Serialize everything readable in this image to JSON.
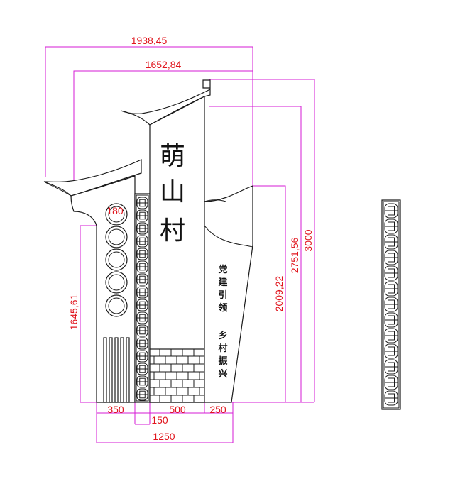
{
  "sign": {
    "title_chars": [
      "萌",
      "山",
      "村"
    ],
    "slogan_left": [
      "党",
      "建",
      "引",
      "领"
    ],
    "slogan_right": [
      "乡",
      "村",
      "振",
      "兴"
    ]
  },
  "dimensions": {
    "overall_width_top": "1938,45",
    "overall_width_mid": "1652,84",
    "circle_dia": "180",
    "left_height": "1645,61",
    "h_2009": "2009,22",
    "h_2751": "2751,56",
    "h_3000": "3000",
    "w_350": "350",
    "w_150": "150",
    "w_500": "500",
    "w_250": "250",
    "w_total": "1250"
  },
  "colors": {
    "dimension_line": "#d51bd5",
    "dimension_text": "#e0151d",
    "outline": "#1a1a1a"
  }
}
